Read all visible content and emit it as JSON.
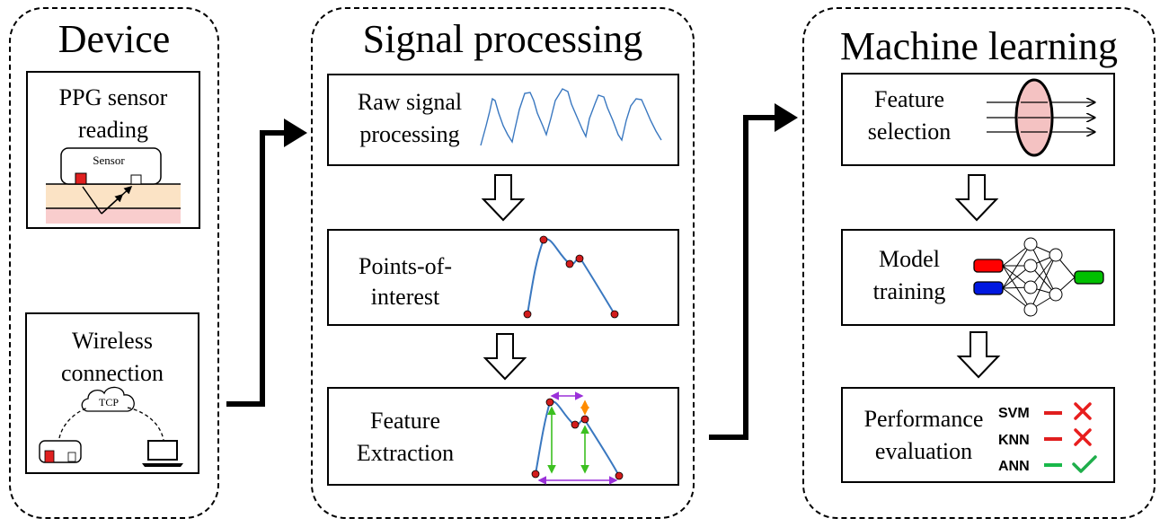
{
  "device": {
    "title": "Device",
    "ppg_label_line1": "PPG sensor",
    "ppg_label_line2": "reading",
    "sensor_text": "Sensor",
    "wireless_label_line1": "Wireless",
    "wireless_label_line2": "connection",
    "tcp_text": "TCP"
  },
  "signal": {
    "title": "Signal processing",
    "raw_line1": "Raw signal",
    "raw_line2": "processing",
    "poi_line1": "Points-of-",
    "poi_line2": "interest",
    "feat_line1": "Feature",
    "feat_line2": "Extraction"
  },
  "ml": {
    "title": "Machine learning",
    "fs_line1": "Feature",
    "fs_line2": "selection",
    "mt_line1": "Model",
    "mt_line2": "training",
    "pe_line1": "Performance",
    "pe_line2": "evaluation",
    "models": [
      {
        "name": "SVM",
        "result": "fail"
      },
      {
        "name": "KNN",
        "result": "fail"
      },
      {
        "name": "ANN",
        "result": "pass"
      }
    ]
  },
  "colors": {
    "sensor_red": "#e02020",
    "skin_top": "#fbe3c5",
    "skin_bottom": "#f9cdcd",
    "lens_fill": "#f4c2c2",
    "signal_blue": "#3a78c0",
    "poi_red": "#d21c1c",
    "arrow_purple": "#9b30d9",
    "arrow_green": "#3cc020",
    "arrow_orange": "#ff8c00",
    "nn_red": "#ff0000",
    "nn_blue": "#0018e0",
    "nn_green": "#00c000",
    "cross_red": "#e81e1e",
    "check_green": "#1fae4b",
    "dash_red": "#e01e1e",
    "dash_green": "#19b84a"
  }
}
